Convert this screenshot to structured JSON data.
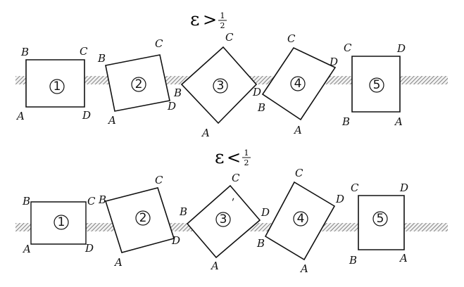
{
  "panels": [
    {
      "condition": {
        "symbol": "ε",
        "relation": ">",
        "numerator": "1",
        "denominator": "2"
      },
      "stages": [
        {
          "number": "1",
          "corner_labels": {
            "A": "A",
            "B": "B",
            "C": "C",
            "D": "D"
          }
        },
        {
          "number": "2",
          "corner_labels": {
            "A": "A",
            "B": "B",
            "C": "C",
            "D": "D"
          }
        },
        {
          "number": "3",
          "corner_labels": {
            "A": "A",
            "B": "B",
            "C": "C",
            "D": "D"
          }
        },
        {
          "number": "4",
          "corner_labels": {
            "A": "A",
            "B": "B",
            "C": "C",
            "D": "D"
          }
        },
        {
          "number": "5",
          "corner_labels": {
            "A": "A",
            "B": "B",
            "C": "C",
            "D": "D"
          }
        }
      ]
    },
    {
      "condition": {
        "symbol": "ε",
        "relation": "<",
        "numerator": "1",
        "denominator": "2"
      },
      "stages": [
        {
          "number": "1",
          "corner_labels": {
            "A": "A",
            "B": "B",
            "C": "C",
            "D": "D"
          }
        },
        {
          "number": "2",
          "corner_labels": {
            "A": "A",
            "B": "B",
            "C": "C",
            "D": "D"
          }
        },
        {
          "number": "3",
          "corner_labels": {
            "A": "A",
            "B": "B",
            "C": "C",
            "D": "D"
          }
        },
        {
          "number": "4",
          "corner_labels": {
            "A": "A",
            "B": "B",
            "C": "C",
            "D": "D"
          }
        },
        {
          "number": "5",
          "corner_labels": {
            "A": "A",
            "B": "B",
            "C": "C",
            "D": "D"
          }
        }
      ]
    }
  ]
}
